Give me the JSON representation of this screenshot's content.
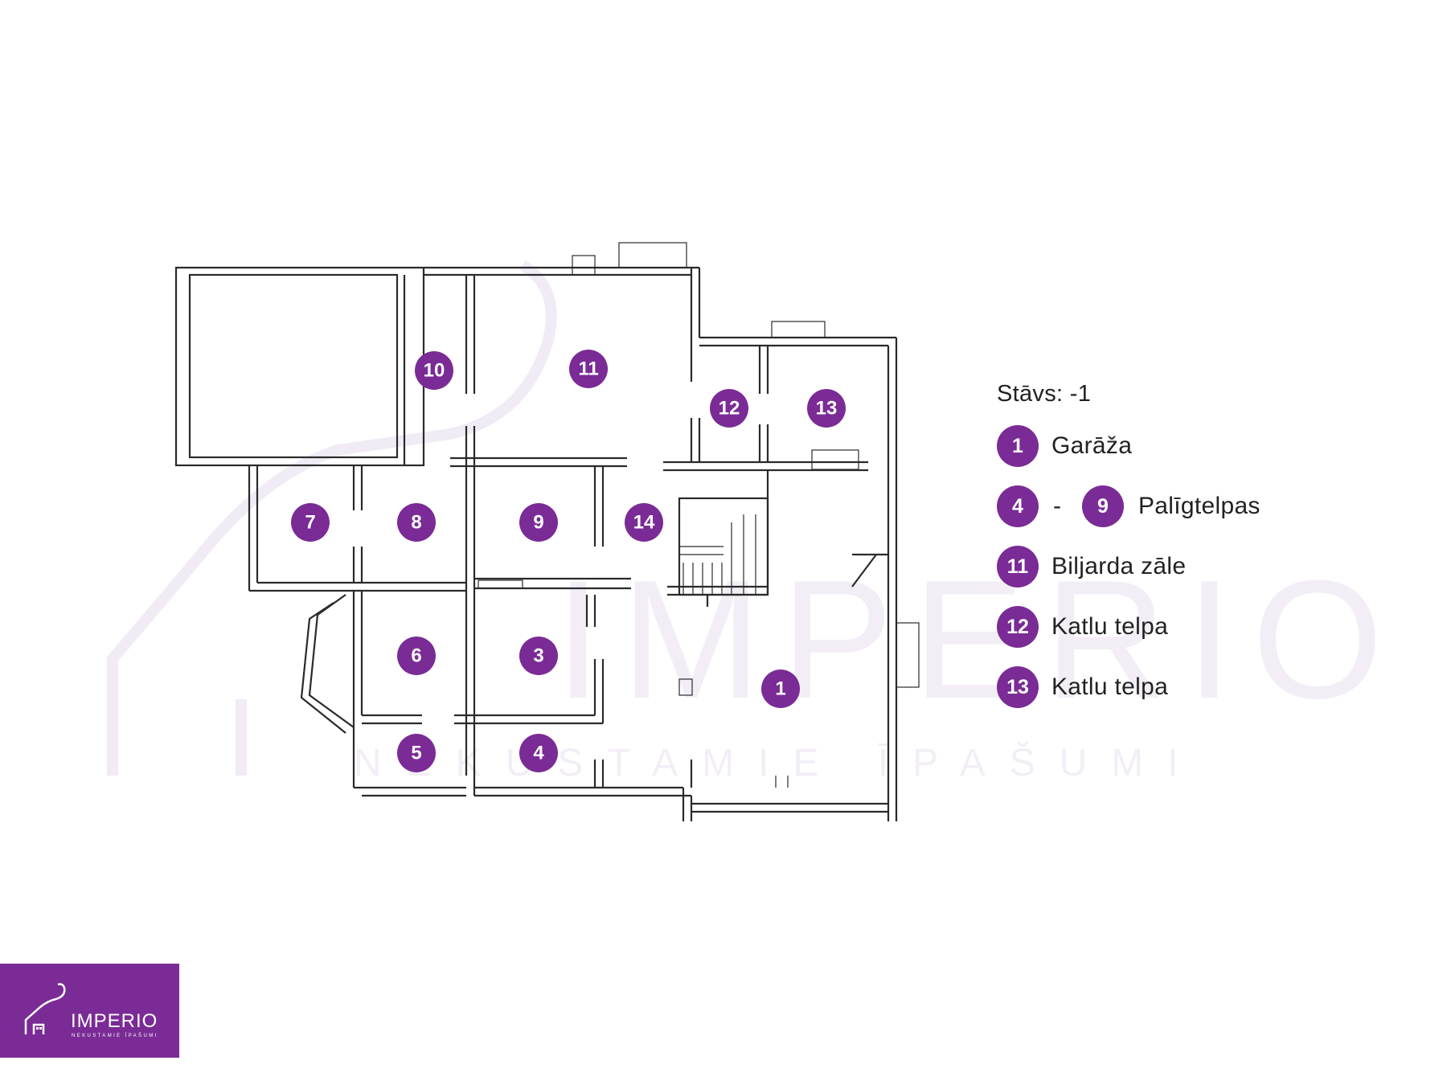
{
  "floor_label": "Stāvs: -1",
  "rooms": [
    {
      "number": "1"
    },
    {
      "number": "3"
    },
    {
      "number": "4"
    },
    {
      "number": "5"
    },
    {
      "number": "6"
    },
    {
      "number": "7"
    },
    {
      "number": "8"
    },
    {
      "number": "9"
    },
    {
      "number": "10"
    },
    {
      "number": "11"
    },
    {
      "number": "12"
    },
    {
      "number": "13"
    },
    {
      "number": "14"
    }
  ],
  "legend": [
    {
      "number": "1",
      "label": "Garāža"
    },
    {
      "number_from": "4",
      "dash": "-",
      "number_to": "9",
      "label": "Palīgtelpas"
    },
    {
      "number": "11",
      "label": "Biljarda zāle"
    },
    {
      "number": "12",
      "label": "Katlu telpa"
    },
    {
      "number": "13",
      "label": "Katlu telpa"
    }
  ],
  "watermark": {
    "brand": "IMPERIO",
    "tagline": "NEKUSTAMIE ĪPAŠUMI"
  },
  "logo": {
    "brand": "IMPERIO",
    "tagline": "NEKUSTAMIE ĪPAŠUMI"
  },
  "colors": {
    "accent": "#7a2b96",
    "watermark": "#f3eef6",
    "wall": "#2a2a2a"
  }
}
